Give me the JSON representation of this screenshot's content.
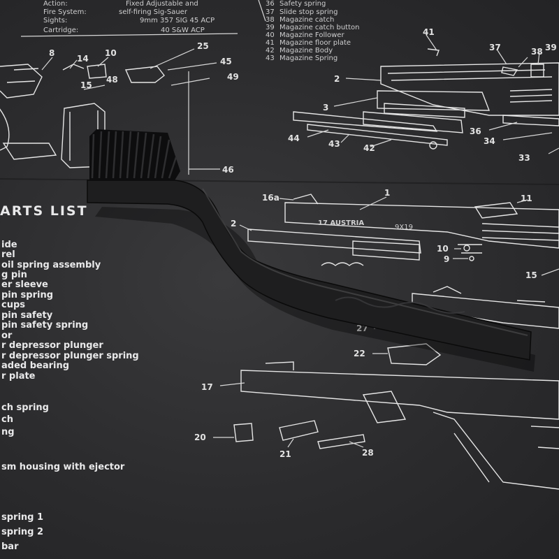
{
  "mat": {
    "title": "ARTS LIST",
    "spec_labels": [
      "Action:",
      "Fire System:",
      "Sights:",
      "Cartridge:"
    ],
    "spec_values": [
      "Fixed Adjustable and",
      "self-firing Sig-Sauer",
      "9mm 357 SIG 45 ACP",
      "40 S&W ACP"
    ],
    "top_list": [
      "Safety spring",
      "Slide stop spring",
      "Magazine catch",
      "Magazine catch button",
      "Magazine Follower",
      "Magazine floor plate",
      "Magazine Body",
      "Magazine Spring"
    ],
    "top_list_nums": [
      "36",
      "37",
      "38",
      "39",
      "40",
      "41",
      "42",
      "43"
    ],
    "parts_list": [
      "ide",
      "rel",
      "oil spring assembly",
      "g pin",
      "er sleeve",
      " pin spring",
      " cups",
      "pin safety",
      "pin safety spring",
      "or",
      "r depressor plunger",
      "r depressor plunger spring",
      "aded bearing",
      "r plate",
      "",
      "",
      "ch spring",
      "ch",
      "ng",
      "",
      "sm housing with ejector",
      "",
      "",
      "spring 1",
      "spring 2",
      " bar"
    ],
    "slide_marking": "17 AUSTRIA",
    "caliber_marking": "9X19",
    "callouts": [
      "8",
      "14",
      "10",
      "25",
      "45",
      "15",
      "48",
      "49",
      "46",
      "2",
      "3",
      "41",
      "37",
      "38",
      "39",
      "36",
      "34",
      "33",
      "44",
      "43",
      "42",
      "16a",
      "1",
      "11",
      "2",
      "10",
      "9",
      "15",
      "27",
      "22",
      "17",
      "20",
      "21",
      "28"
    ]
  },
  "brush": {
    "label": "nylon cleaning brush",
    "bristle_color": "#0d0d0e",
    "handle_color": "#1e1e1f"
  }
}
